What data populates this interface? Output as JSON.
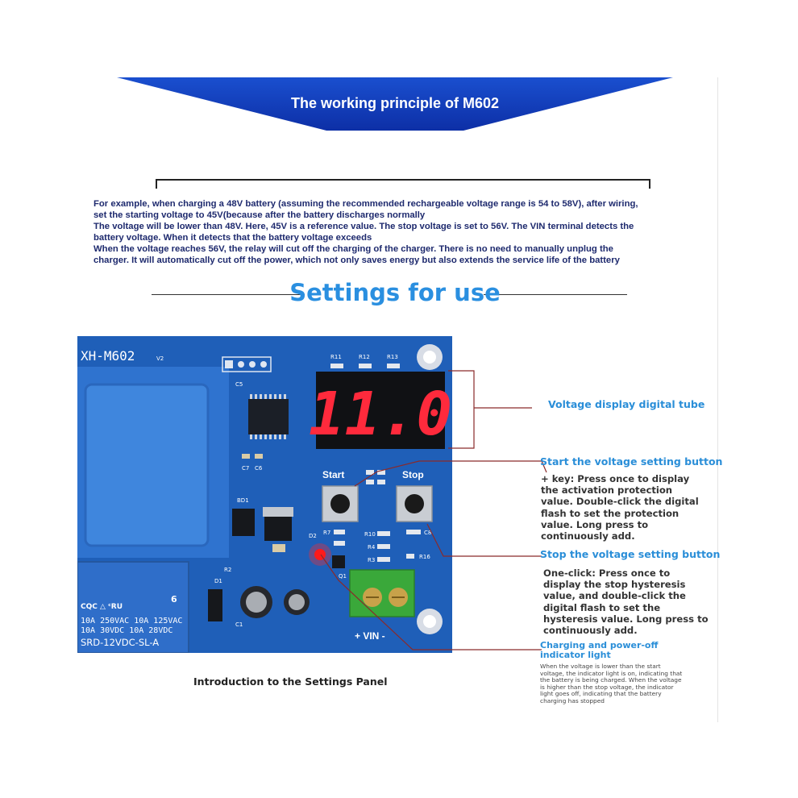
{
  "banner": {
    "title": "The working principle of M602"
  },
  "intro": {
    "lines": [
      "For example, when charging a 48V battery (assuming the recommended rechargeable voltage range is 54 to 58V), after wiring,",
      "set the starting voltage to 45V(because after the battery discharges normally",
      "The voltage will be lower than 48V. Here, 45V is a reference value. The stop voltage is set to 56V. The VIN terminal detects the",
      "battery voltage. When it detects that the battery voltage exceeds",
      "When the voltage reaches 56V, the relay will cut off the charging of the charger. There is no need to manually unplug the",
      "charger. It will automatically cut off the power, which not only saves energy but also extends the service life of the battery"
    ]
  },
  "section": {
    "title": "Settings for use"
  },
  "board": {
    "model": "XH-M602",
    "version": "V2",
    "display_value": "11.0",
    "start_label": "Start",
    "stop_label": "Stop",
    "vin_label": "+ VIN -",
    "relay_model": "SRD-12VDC-SL-A",
    "relay_rating_1": "10A 250VAC   10A 125VAC",
    "relay_rating_2": "10A 30VDC   10A 28VDC",
    "relay_pins": "6",
    "refs": {
      "r11": "R11",
      "r12": "R12",
      "r13": "R13",
      "c5": "C5",
      "c7": "C7",
      "c6": "C6",
      "bd1": "BD1",
      "r2": "R2",
      "d1": "D1",
      "d2": "D2",
      "r7": "R7",
      "r10": "R10",
      "r4": "R4",
      "r3": "R3",
      "r16": "R16",
      "c8": "C8",
      "q1": "Q1",
      "c1": "C1"
    },
    "colors": {
      "pcb": "#1f5fb8",
      "relay": "#2f6ec9",
      "transformer": "#3a7fd4",
      "digit": "#ff2a3c",
      "led": "#ff2020",
      "terminal": "#3aa83a"
    }
  },
  "callouts": {
    "display": {
      "title": "Voltage display digital tube"
    },
    "start": {
      "title": "Start the voltage setting button",
      "desc": [
        "+ key: Press once to display",
        "the activation protection",
        "value. Double-click the digital",
        "flash to set the protection",
        "value. Long press to",
        "continuously add."
      ]
    },
    "stop": {
      "title": "Stop the voltage setting button",
      "desc": [
        "One-click: Press once to",
        "display the stop hysteresis",
        "value, and double-click the",
        "digital flash to set the",
        "hysteresis value. Long press to",
        "continuously add."
      ]
    },
    "light": {
      "title_1": "Charging and power-off",
      "title_2": "indicator light",
      "desc": [
        "When the voltage is lower than the start",
        "voltage, the indicator light is on, indicating that",
        "the battery is being charged. When the voltage",
        "is higher than the stop voltage, the indicator",
        "light goes off, indicating that the battery",
        "charging has stopped"
      ]
    }
  },
  "caption": "Introduction to the Settings Panel"
}
